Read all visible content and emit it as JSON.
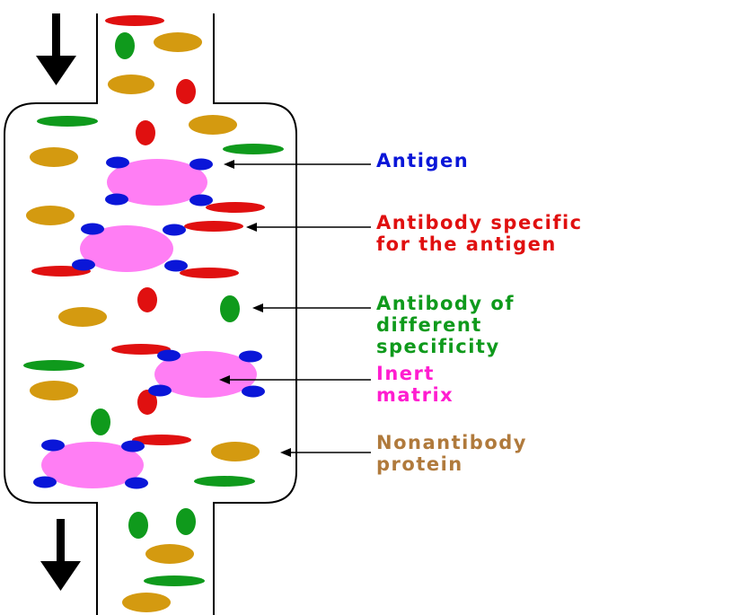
{
  "colors": {
    "antigen": "#0a16d8",
    "specific_antibody": "#e01010",
    "other_antibody": "#0f9a1c",
    "matrix": "#ff7ef4",
    "nonantibody": "#d49a10",
    "label_nonantibody": "#b07a3c",
    "label_matrix": "#ff1dd0"
  },
  "icons": {
    "inflow": "arrow-down-icon",
    "outflow": "arrow-down-icon"
  },
  "labels": {
    "antigen": [
      "Antigen"
    ],
    "specific_antibody": [
      "Antibody specific",
      "for the antigen"
    ],
    "other_antibody": [
      "Antibody of",
      "different",
      "specificity"
    ],
    "matrix": [
      "Inert",
      "matrix"
    ],
    "nonantibody": [
      "Nonantibody",
      "protein"
    ]
  }
}
